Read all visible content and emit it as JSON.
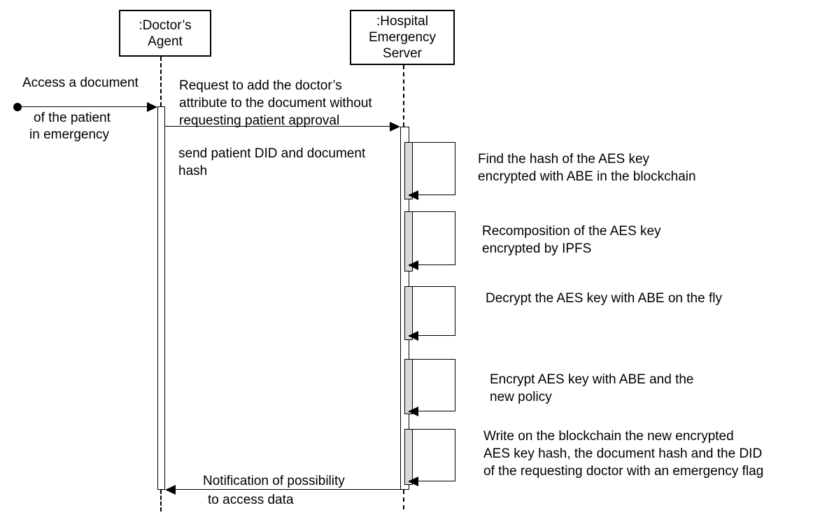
{
  "participants": [
    {
      "name": "doctor-agent",
      "label_lines": [
        ":Doctor’s",
        "Agent"
      ]
    },
    {
      "name": "hospital-emergency-server",
      "label_lines": [
        ":Hospital",
        "Emergency",
        "Server"
      ]
    }
  ],
  "start_message": {
    "label_above": "Access a document",
    "label_below_line1": "of the patient",
    "label_below_line2": "in emergency"
  },
  "messages": {
    "request": {
      "label_lines": [
        "Request to add the doctor’s",
        "attribute to the document without",
        "requesting patient approval"
      ]
    },
    "send": {
      "label_lines": [
        "send patient DID and document",
        "hash"
      ]
    },
    "notification": {
      "label_lines": [
        "Notification of possibility",
        "to access data"
      ]
    }
  },
  "self_messages": [
    {
      "label_lines": [
        "Find the hash of the AES key",
        "encrypted with ABE in the blockchain"
      ]
    },
    {
      "label_lines": [
        "Recomposition of the AES key",
        "encrypted by IPFS"
      ]
    },
    {
      "label_lines": [
        "Decrypt the AES key with ABE on the fly"
      ]
    },
    {
      "label_lines": [
        "Encrypt AES key with ABE and the",
        "new policy"
      ]
    },
    {
      "label_lines": [
        "Write on the blockchain the new encrypted",
        "AES key hash, the document hash and the DID",
        "of the requesting doctor with an emergency flag"
      ]
    }
  ],
  "colors": {
    "line": "#000000",
    "activation_fill": "#ffffff",
    "self_activation_fill": "#d9d9d9",
    "background": "#ffffff"
  }
}
